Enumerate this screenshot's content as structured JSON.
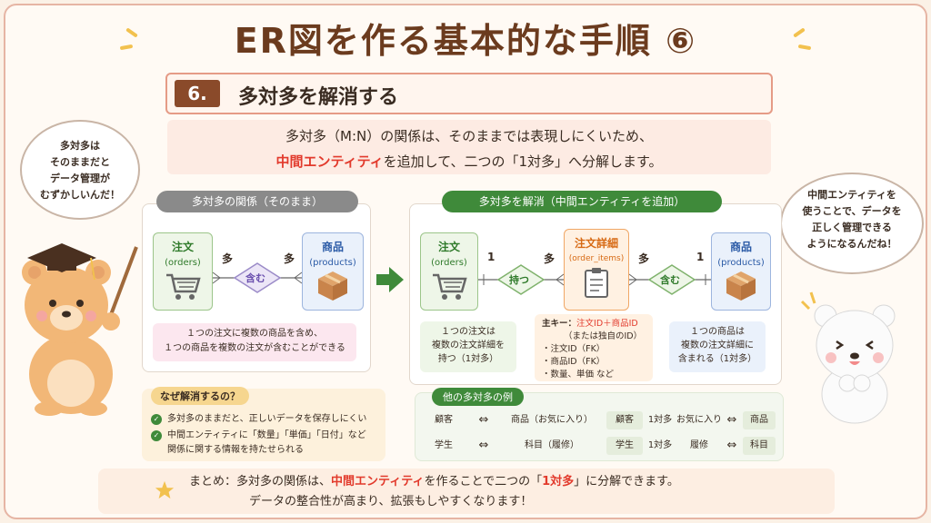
{
  "title": "ER図を作る基本的な手順 ⑥",
  "step": {
    "num": "6.",
    "label": "多対多を解消する"
  },
  "intro": {
    "line1": "多対多（M:N）の関係は、そのままでは表現しにくいため、",
    "line2_red": "中間エンティティ",
    "line2_rest": "を追加して、二つの「1対多」へ分解します。"
  },
  "bear_left": {
    "lines": [
      "多対多は",
      "そのままだと",
      "データ管理が",
      "むずかしいんだ！"
    ]
  },
  "bear_right": {
    "lines": [
      "中間エンティティを",
      "使うことで、データを",
      "正しく管理できる",
      "ようになるんだね！"
    ]
  },
  "left_panel": {
    "title": "多対多の関係（そのまま）",
    "entity_a": {
      "name": "注文",
      "sub": "(orders)"
    },
    "entity_b": {
      "name": "商品",
      "sub": "(products)"
    },
    "relation": "含む",
    "card_a": "多",
    "card_b": "多",
    "note": [
      "１つの注文に複数の商品を含め、",
      "１つの商品を複数の注文が含むことができる"
    ]
  },
  "right_panel": {
    "title": "多対多を解消（中間エンティティを追加）",
    "entity_a": {
      "name": "注文",
      "sub": "(orders)"
    },
    "entity_mid": {
      "name": "注文詳細",
      "sub": "(order_items)"
    },
    "entity_b": {
      "name": "商品",
      "sub": "(products)"
    },
    "rel1": "持つ",
    "rel2": "含む",
    "c1": "1",
    "c2": "多",
    "c3": "多",
    "c4": "1",
    "note_a": [
      "１つの注文は",
      "複数の注文詳細を",
      "持つ（1対多）"
    ],
    "note_mid": {
      "key_label": "主キー：",
      "key_value": "注文ID＋商品ID",
      "key_alt": "（または独自のID）",
      "items": [
        "・注文ID（FK）",
        "・商品ID（FK）",
        "・数量、単価 など"
      ]
    },
    "note_b": [
      "１つの商品は",
      "複数の注文詳細に",
      "含まれる（1対多）"
    ]
  },
  "why": {
    "title": "なぜ解消するの？",
    "items": [
      "多対多のままだと、正しいデータを保存しにくい",
      "中間エンティティに「数量」「単価」「日付」など",
      "関係に関する情報を持たせられる"
    ]
  },
  "examples": {
    "title": "他の多対多の例",
    "rows": [
      [
        "顧客",
        "⇔",
        "商品（お気に入り）",
        "顧客",
        "1対多",
        "お気に入り",
        "⇔",
        "商品"
      ],
      [
        "学生",
        "⇔",
        "科目（履修）",
        "学生",
        "1対多",
        "履修",
        "⇔",
        "科目"
      ]
    ]
  },
  "summary": {
    "pre": "まとめ：多対多の関係は、",
    "red1": "中間エンティティ",
    "mid": "を作ることで二つの「",
    "red2": "1対多",
    "post": "」に分解できます。",
    "line2": "データの整合性が高まり、拡張もしやすくなります！"
  },
  "colors": {
    "brown": "#6b3b1e",
    "red": "#e23a2c",
    "green": "#3f8a3a",
    "gray": "#6b6b6b",
    "orange": "#f0a765"
  }
}
